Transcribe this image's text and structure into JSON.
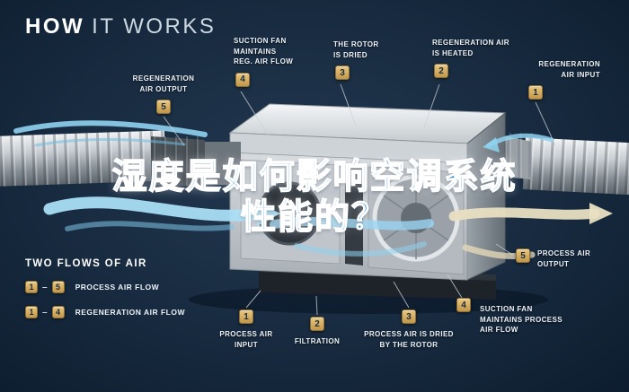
{
  "title": {
    "bold": "HOW",
    "light": "IT WORKS"
  },
  "overlay": {
    "line1": "湿度是如何影响空调系统",
    "line2": "性能的？"
  },
  "callouts": [
    {
      "num": "5",
      "label": "REGENERATION\nAIR OUTPUT"
    },
    {
      "num": "4",
      "label": "SUCTION FAN\nMAINTAINS\nREG. AIR FLOW"
    },
    {
      "num": "3",
      "label": "THE ROTOR\nIS DRIED"
    },
    {
      "num": "2",
      "label": "REGENERATION AIR\nIS HEATED"
    },
    {
      "num": "1",
      "label": "REGENERATION\nAIR INPUT"
    },
    {
      "num": "5",
      "label": "PROCESS AIR\nOUTPUT"
    },
    {
      "num": "4",
      "label": "SUCTION FAN\nMAINTAINS PROCESS\nAIR FLOW"
    },
    {
      "num": "3",
      "label": "PROCESS AIR IS DRIED\nBY THE ROTOR"
    },
    {
      "num": "2",
      "label": "FILTRATION"
    },
    {
      "num": "1",
      "label": "PROCESS AIR\nINPUT"
    }
  ],
  "legend": {
    "heading": "TWO FLOWS OF AIR",
    "separator": "–",
    "rows": [
      {
        "from": "1",
        "to": "5",
        "label": "PROCESS AIR FLOW"
      },
      {
        "from": "1",
        "to": "4",
        "label": "REGENERATION AIR FLOW"
      }
    ]
  },
  "colors": {
    "background": "#182b40",
    "badge_gold": "#d2a95f",
    "headline_blue": "#1b82d8",
    "flow_blue": "#9ed9f2",
    "flow_cream": "#e9dfc2"
  }
}
